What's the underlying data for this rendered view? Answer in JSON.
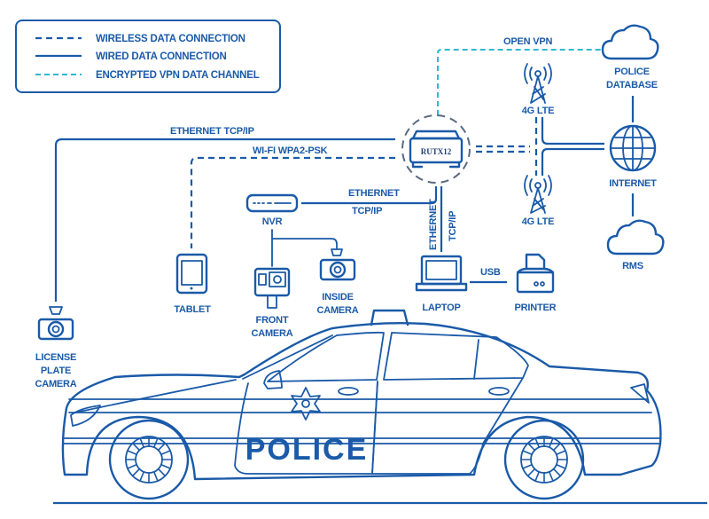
{
  "legend": {
    "items": [
      {
        "style": "wireless",
        "label": "WIRELESS DATA CONNECTION"
      },
      {
        "style": "wired",
        "label": "WIRED DATA CONNECTION"
      },
      {
        "style": "vpn",
        "label": "ENCRYPTED VPN DATA CHANNEL"
      }
    ]
  },
  "colors": {
    "primary": "#1a5aa8",
    "vpn": "#2fb8d0",
    "router_ring": "#5a6a80"
  },
  "router": {
    "label": "RUTX12"
  },
  "links": {
    "open_vpn": "OPEN VPN",
    "ethernet_tcpip_top": "ETHERNET  TCP/IP",
    "wifi": "WI-FI  WPA2-PSK",
    "nvr_ethernet": "ETHERNET",
    "nvr_tcpip": "TCP/IP",
    "laptop_ethernet": "ETHERNET",
    "laptop_tcpip": "TCP/IP",
    "usb": "USB"
  },
  "nodes": {
    "police_database": [
      "POLICE",
      "DATABASE"
    ],
    "lte_top": "4G LTE",
    "lte_bottom": "4G LTE",
    "internet": "INTERNET",
    "rms": "RMS",
    "nvr": "NVR",
    "tablet": "TABLET",
    "front_camera": [
      "FRONT",
      "CAMERA"
    ],
    "inside_camera": [
      "INSIDE",
      "CAMERA"
    ],
    "laptop": "LAPTOP",
    "printer": "PRINTER",
    "license_plate_camera": [
      "LICENSE",
      "PLATE",
      "CAMERA"
    ]
  },
  "car": {
    "door_text": "POLICE"
  }
}
